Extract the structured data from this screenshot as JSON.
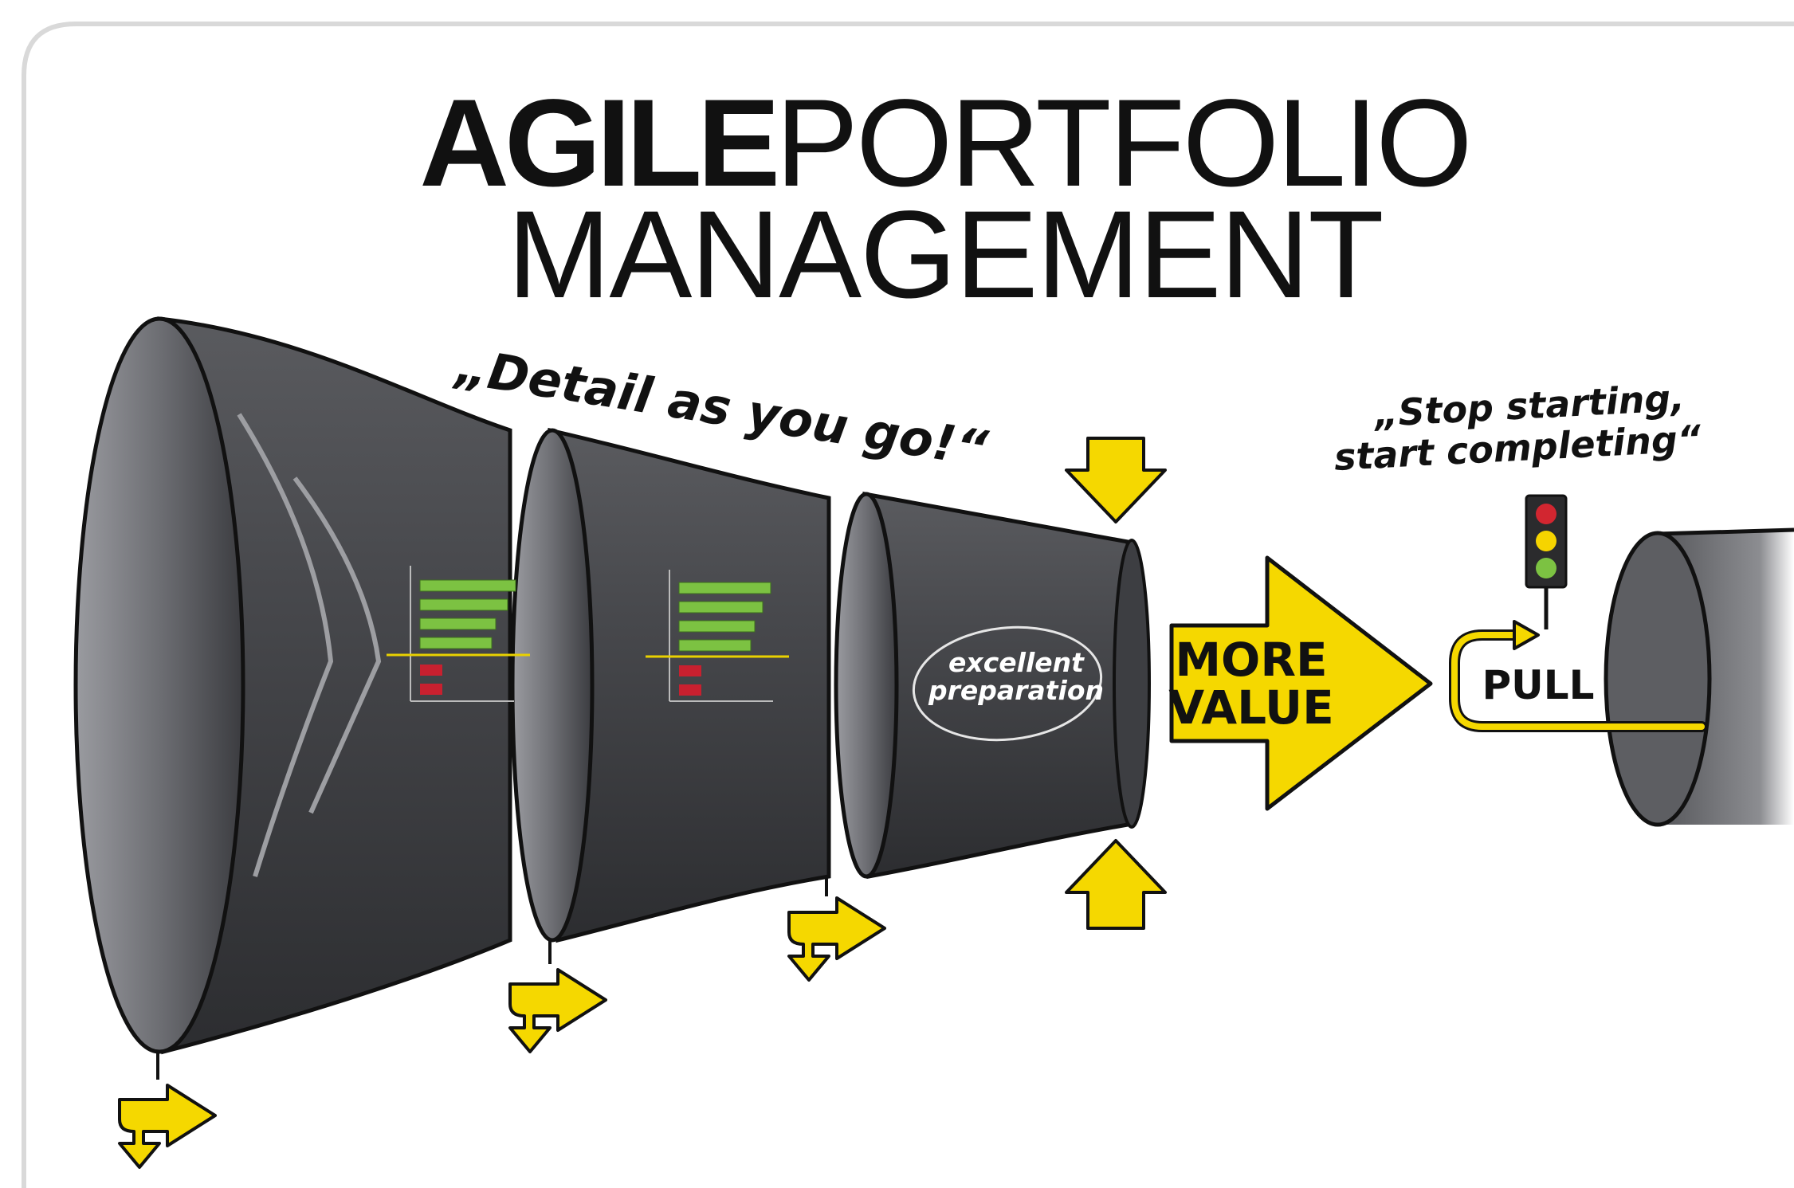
{
  "title": {
    "agile": "AGILE",
    "portfolio": "PORTFOLIO",
    "management": "MANAGEMENT"
  },
  "quote_detail": "„Detail as you go!“",
  "quote_stop": {
    "line1": "„Stop starting,",
    "line2": "start completing“"
  },
  "ellipse_label": {
    "line1": "excellent",
    "line2": "preparation"
  },
  "arrow_label": {
    "line1": "MORE",
    "line2": "VALUE"
  },
  "pull_label": "PULL",
  "colors": {
    "funnel_dark": "#3c3d40",
    "funnel_light": "#8a8b8f",
    "arrow_yellow": "#f5d800",
    "bar_green": "#7cc242",
    "bar_red": "#c8202f",
    "traffic_red": "#d22630",
    "traffic_yellow": "#f6d400",
    "traffic_green": "#7cc242"
  },
  "icons": [
    "chevron-icon",
    "bar-chart-icon",
    "yellow-arrow-icon",
    "traffic-light-icon",
    "split-arrow-icon"
  ]
}
